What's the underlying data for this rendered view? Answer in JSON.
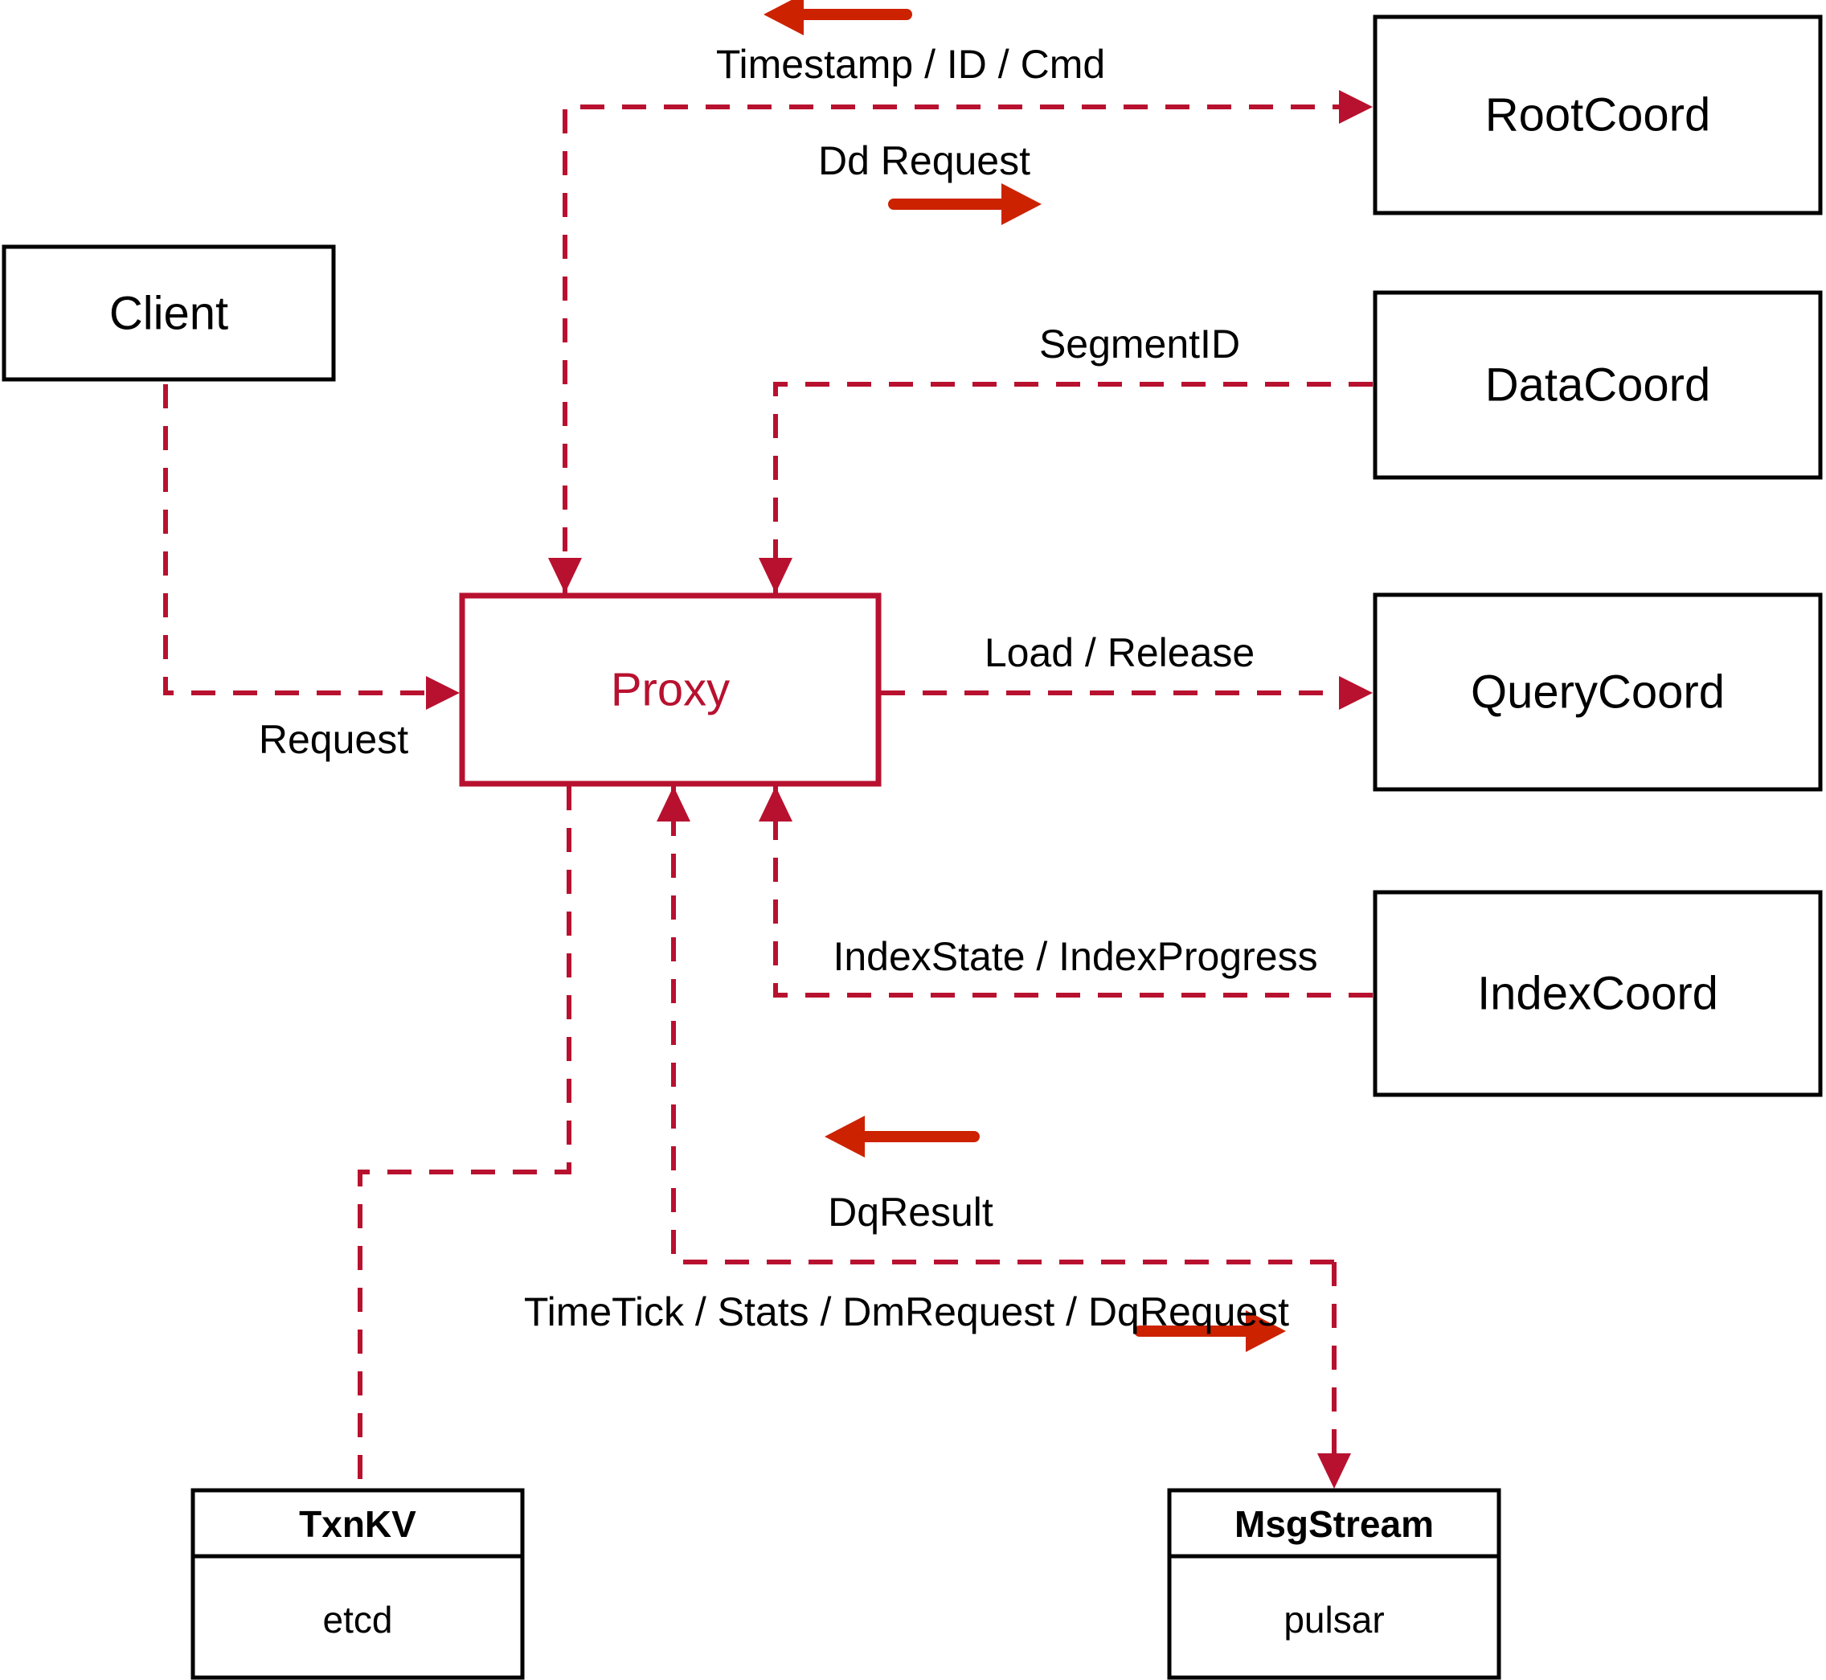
{
  "diagram": {
    "title": "Proxy Architecture Flow",
    "colors": {
      "flow_line": "#B8112F",
      "annotation_arrow": "#CC2200",
      "node_border": "#000000",
      "proxy_border": "#B8112F",
      "proxy_text": "#B8112F",
      "background": "#FFFFFF"
    },
    "nodes": [
      {
        "id": "client",
        "label": "Client"
      },
      {
        "id": "proxy",
        "label": "Proxy"
      },
      {
        "id": "rootcoord",
        "label": "RootCoord"
      },
      {
        "id": "datacoord",
        "label": "DataCoord"
      },
      {
        "id": "querycoord",
        "label": "QueryCoord"
      },
      {
        "id": "indexcoord",
        "label": "IndexCoord"
      },
      {
        "id": "txnkv",
        "label": "TxnKV",
        "sublabel": "etcd"
      },
      {
        "id": "msgstream",
        "label": "MsgStream",
        "sublabel": "pulsar"
      }
    ],
    "edges": [
      {
        "id": "client-proxy",
        "label": "Request",
        "from": "client",
        "to": "proxy"
      },
      {
        "id": "proxy-rootcoord",
        "label": "Dd Request",
        "from": "proxy",
        "to": "rootcoord"
      },
      {
        "id": "rootcoord-proxy",
        "label": "Timestamp / ID / Cmd",
        "from": "rootcoord",
        "to": "proxy"
      },
      {
        "id": "datacoord-proxy",
        "label": "SegmentID",
        "from": "datacoord",
        "to": "proxy"
      },
      {
        "id": "proxy-querycoord",
        "label": "Load / Release",
        "from": "proxy",
        "to": "querycoord"
      },
      {
        "id": "indexcoord-proxy",
        "label": "IndexState / IndexProgress",
        "from": "indexcoord",
        "to": "proxy"
      },
      {
        "id": "msgstream-proxy",
        "label": "DqResult",
        "from": "msgstream",
        "to": "proxy"
      },
      {
        "id": "proxy-msgstream",
        "label": "TimeTick / Stats / DmRequest / DqRequest",
        "from": "proxy",
        "to": "msgstream"
      },
      {
        "id": "proxy-txnkv",
        "label": "",
        "from": "proxy",
        "to": "txnkv"
      }
    ]
  }
}
